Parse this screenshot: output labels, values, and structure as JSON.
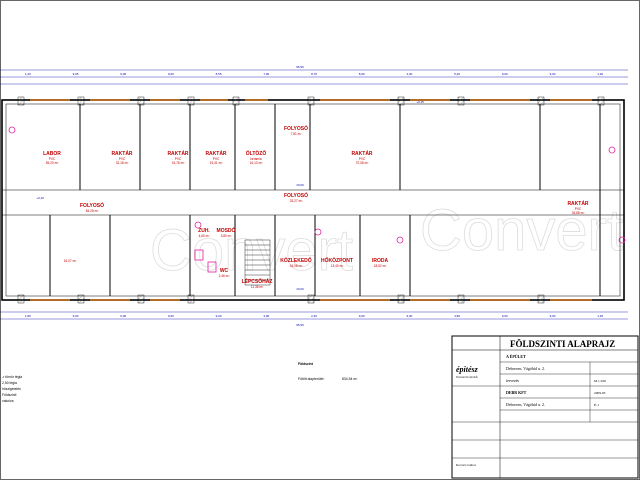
{
  "rooms": {
    "labor": {
      "name": "LABOR",
      "floor": "PVC",
      "area": "55,20 m²"
    },
    "raktar1": {
      "name": "RAKTÁR",
      "floor": "PVC",
      "area": "32,18 m²"
    },
    "raktar2": {
      "name": "RAKTÁR",
      "floor": "PVC",
      "area": "15,78 m²"
    },
    "raktar3": {
      "name": "RAKTÁR",
      "floor": "PVC",
      "area": "15,31 m²"
    },
    "olto": {
      "name": "ÖLTÖZŐ",
      "floor": "kerámia",
      "area": "16,13 m²"
    },
    "folyoso_top": {
      "name": "FOLYOSÓ",
      "area": "7,81 m²"
    },
    "raktar_big": {
      "name": "RAKTÁR",
      "floor": "PVC",
      "area": "37,08 m²"
    },
    "folyoso_main": {
      "name": "FOLYOSÓ",
      "area": "84,28 m²"
    },
    "folyoso_mid": {
      "name": "FOLYOSÓ",
      "area": "33,27 m²"
    },
    "raktar_right": {
      "name": "RAKTÁR",
      "floor": "PVC",
      "area": "34,88 m²"
    },
    "zuh": {
      "name": "ZUH.",
      "area": "4,60 m²"
    },
    "mosdo": {
      "name": "MOSDÓ",
      "area": "3,80 m²"
    },
    "wc": {
      "name": "WC",
      "area": "2,46 m²"
    },
    "lepcsohaz": {
      "name": "LÉPCSŐHÁZ",
      "area": "11,38 m²"
    },
    "kozlekedo": {
      "name": "KÖZLEKEDŐ",
      "area": "16,08 m²"
    },
    "hokozpont": {
      "name": "HŐKÖZPONT",
      "area": "13,40 m²"
    },
    "iroda": {
      "name": "IRODA",
      "area": "18,52 m²"
    },
    "small_left": {
      "name": "",
      "area": "16,07 m²"
    }
  },
  "dimensions": {
    "total_top": "95,90",
    "top_row": [
      "1,20",
      "9,05",
      "9,00",
      "9,00",
      "8,55",
      "7,90",
      "8,70",
      "8,90",
      "4,00",
      "5,20",
      "9,00",
      "9,00",
      "1,20"
    ],
    "bottom_row": [
      "1,80",
      "9,00",
      "9,00",
      "9,00",
      "9,00",
      "3,00",
      "2,40",
      "9,00",
      "9,00",
      "4,80",
      "9,00",
      "9,00",
      "1,25"
    ],
    "total_bottom": "95,90",
    "levels": [
      "+0,10",
      "±0,00",
      "+0,15",
      "±0,00"
    ]
  },
  "left_notes": [
    "-r tömör tégla",
    "2,50 tégla",
    "hőszigetelés",
    "Füldszinti",
    "vakolva"
  ],
  "summary": {
    "label": "Fűtött alapterület:",
    "value": "834,54 m²",
    "heading": "Földszint"
  },
  "title_block": {
    "title": "FÖLDSZINTI ALAPRAJZ",
    "logo": "épitész",
    "firm": "Tervező Iroda Kft.",
    "building": "A ÉPÜLET",
    "address": "Debrecen, Vágóhíd u. 2.",
    "phase": "tervezés",
    "client": "DEBR KFT",
    "address2": "Debrecen, Vágóhíd u. 2.",
    "scale": "M 1:100",
    "date": "2009.03",
    "sheet": "É-1",
    "designer": "Kovács Gábor"
  },
  "watermark": "Convert"
}
